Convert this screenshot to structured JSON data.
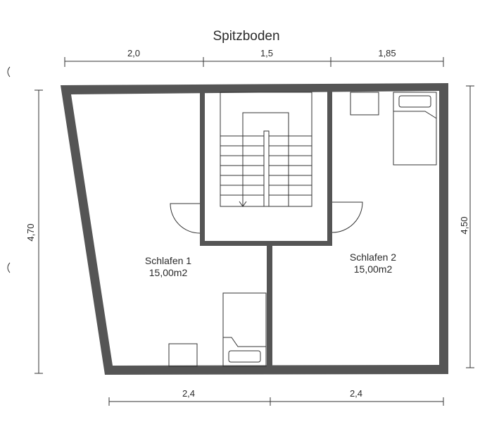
{
  "title": "Spitzboden",
  "dimensions": {
    "top": [
      "2,0",
      "1,5",
      "1,85"
    ],
    "bottom": [
      "2,4",
      "2,4"
    ],
    "left": "4,70",
    "right": "4,50"
  },
  "rooms": [
    {
      "name": "Schlafen 1",
      "area": "15,00m2"
    },
    {
      "name": "Schlafen 2",
      "area": "15,00m2"
    }
  ],
  "colors": {
    "wall": "#555555",
    "line": "#333333",
    "text": "#2a2a2a"
  }
}
